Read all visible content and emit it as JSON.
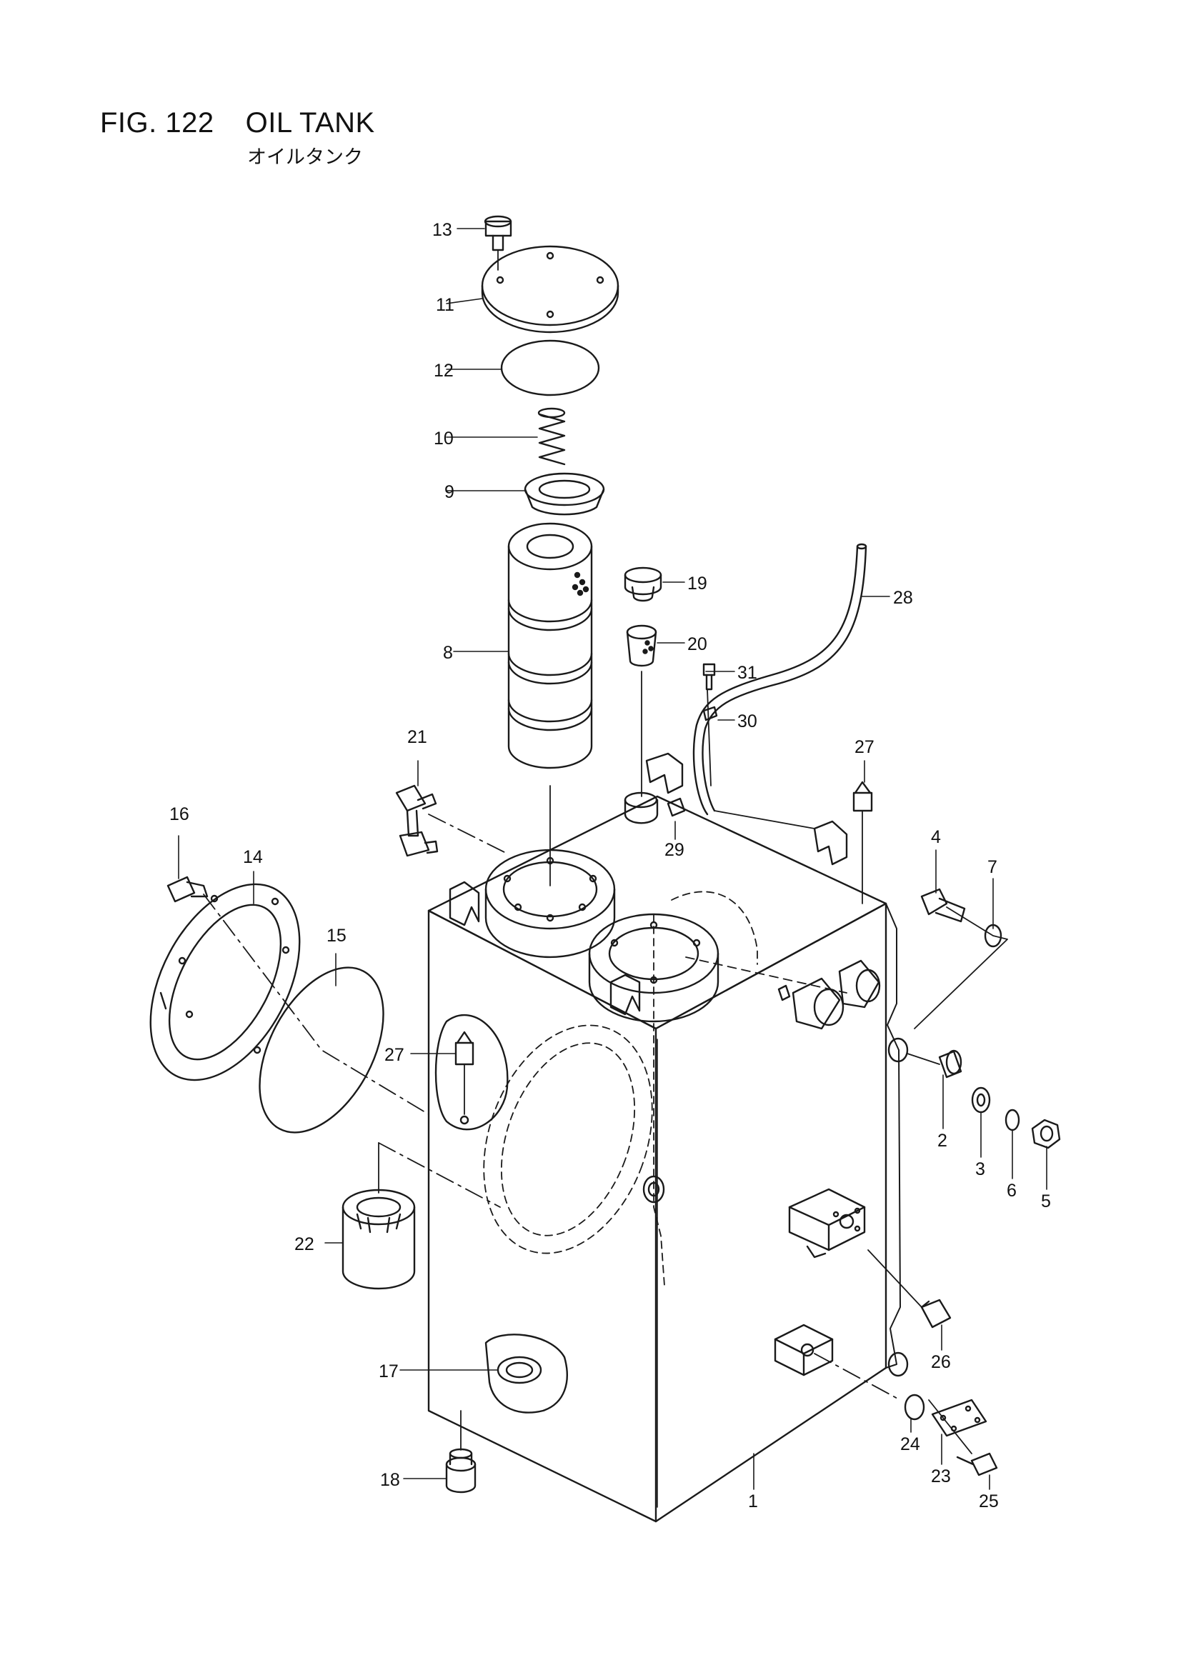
{
  "figure": {
    "number": "FIG. 122",
    "title": "OIL TANK",
    "subtitle_jp": "オイルタンク"
  },
  "callouts": [
    "1",
    "2",
    "3",
    "4",
    "5",
    "6",
    "7",
    "8",
    "9",
    "10",
    "11",
    "12",
    "13",
    "14",
    "15",
    "16",
    "17",
    "18",
    "19",
    "20",
    "21",
    "22",
    "23",
    "24",
    "25",
    "26",
    "27",
    "27",
    "28",
    "29",
    "30",
    "31"
  ],
  "colors": {
    "line": "#1a1a1a",
    "background": "#ffffff"
  }
}
